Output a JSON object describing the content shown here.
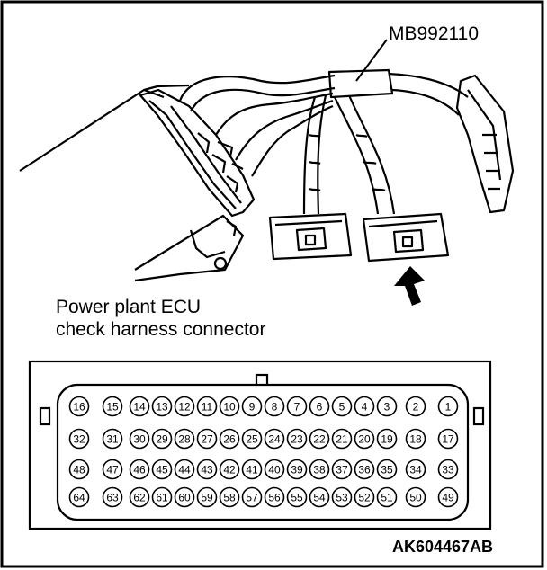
{
  "figure": {
    "tool_label": "MB992110",
    "caption_line1": "Power plant ECU",
    "caption_line2": "check harness connector",
    "figure_id": "AK604467AB"
  },
  "connector": {
    "rows": [
      [
        "16",
        "15",
        "14",
        "13",
        "12",
        "11",
        "10",
        "9",
        "8",
        "7",
        "6",
        "5",
        "4",
        "3",
        "2",
        "1"
      ],
      [
        "32",
        "31",
        "30",
        "29",
        "28",
        "27",
        "26",
        "25",
        "24",
        "23",
        "22",
        "21",
        "20",
        "19",
        "18",
        "17"
      ],
      [
        "48",
        "47",
        "46",
        "45",
        "44",
        "43",
        "42",
        "41",
        "40",
        "39",
        "38",
        "37",
        "36",
        "35",
        "34",
        "33"
      ],
      [
        "64",
        "63",
        "62",
        "61",
        "60",
        "59",
        "58",
        "57",
        "56",
        "55",
        "54",
        "53",
        "52",
        "51",
        "50",
        "49"
      ]
    ]
  },
  "colors": {
    "line": "#000000",
    "background": "#ffffff"
  }
}
